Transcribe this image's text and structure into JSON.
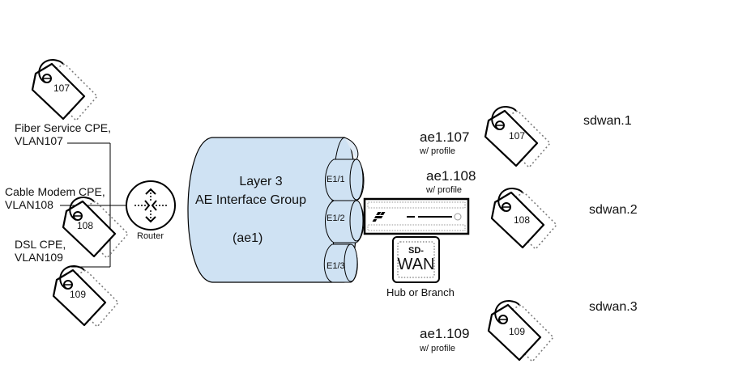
{
  "diagram": {
    "colors": {
      "cylinder_fill": "#cfe2f3",
      "stroke": "#000000",
      "dotted": "#777777",
      "background": "#ffffff"
    },
    "left_cpes": [
      {
        "tag": "107",
        "label_line1": "Fiber Service CPE,",
        "label_line2": "VLAN107"
      },
      {
        "tag": "108",
        "label_line1": "Cable Modem CPE,",
        "label_line2": "VLAN108"
      },
      {
        "tag": "109",
        "label_line1": "DSL CPE,",
        "label_line2": "VLAN109"
      }
    ],
    "router": {
      "icon": "router-icon",
      "label": "Router"
    },
    "ae_group": {
      "line1": "Layer 3",
      "line2": "AE Interface Group",
      "line3": "(ae1)",
      "members": [
        "E1/1",
        "E1/2",
        "E1/3"
      ]
    },
    "firewall": {
      "icon": "firewall-appliance-icon"
    },
    "sdwan_badge": {
      "line1": "SD-",
      "line2": "WAN",
      "label": "Hub or Branch"
    },
    "subinterfaces": [
      {
        "name": "ae1.107",
        "note": "w/ profile",
        "tag": "107",
        "sdwan": "sdwan.1"
      },
      {
        "name": "ae1.108",
        "note": "w/ profile",
        "tag": "108",
        "sdwan": "sdwan.2"
      },
      {
        "name": "ae1.109",
        "note": "w/ profile",
        "tag": "109",
        "sdwan": "sdwan.3"
      }
    ]
  }
}
